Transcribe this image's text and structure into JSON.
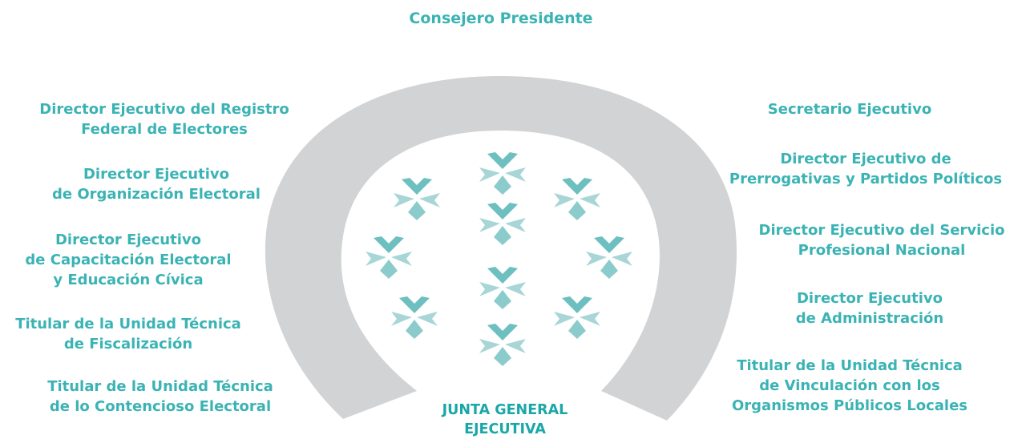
{
  "top_title": "Consejero Presidente",
  "center_title": "JUNTA GENERAL\nEJECUTIVA",
  "left_members": [
    "Director Ejecutivo del Registro\nFederal de Electores",
    "Director Ejecutivo\nde Organización Electoral",
    "Director Ejecutivo\nde Capacitación Electoral\ny Educación Cívica",
    "Titular de la Unidad Técnica\nde Fiscalización",
    "Titular de la Unidad Técnica\nde lo Contencioso Electoral"
  ],
  "right_members": [
    "Secretario Ejecutivo",
    "Director Ejecutivo de\nPrerrogativas y Partidos Políticos",
    "Director Ejecutivo del Servicio\nProfesional Nacional",
    "Director Ejecutivo\nde Administración",
    "Titular de la Unidad Técnica\nde Vinculación con los\nOrganismos Públicos Locales"
  ],
  "colors": {
    "arch": "#d2d3d4",
    "label": "#3bb3b4",
    "symbol_dark": "#6dbfc0",
    "symbol_light": "#a8d5d6"
  },
  "icons": [
    "horseshoe-arch",
    "ine-flower-icon"
  ]
}
